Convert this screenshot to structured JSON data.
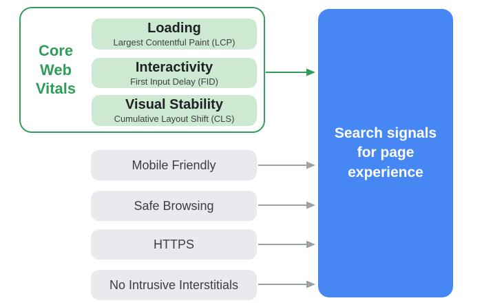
{
  "colors": {
    "green_accent": "#2f9d58",
    "green_light": "#cde9d2",
    "blue_accent": "#4687f4",
    "gray_pill": "#e8eaed",
    "arrow_gray": "#9aa0a6",
    "text_dark": "#3c4043"
  },
  "core_web_vitals": {
    "label": "Core Web Vitals",
    "items": [
      {
        "title": "Loading",
        "subtitle": "Largest Contentful Paint (LCP)"
      },
      {
        "title": "Interactivity",
        "subtitle": "First Input Delay (FID)"
      },
      {
        "title": "Visual Stability",
        "subtitle": "Cumulative Layout Shift (CLS)"
      }
    ]
  },
  "other_signals": [
    {
      "label": "Mobile Friendly"
    },
    {
      "label": "Safe Browsing"
    },
    {
      "label": "HTTPS"
    },
    {
      "label": "No Intrusive Interstitials"
    }
  ],
  "result": {
    "label": "Search signals for page experience"
  }
}
